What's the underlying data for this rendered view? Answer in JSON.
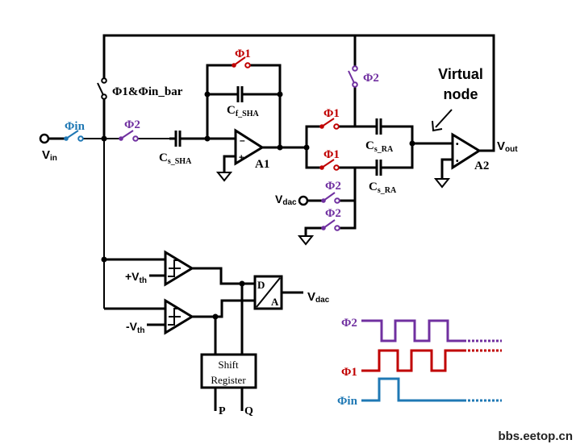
{
  "colors": {
    "phi1": "#c00000",
    "phi2": "#7030a0",
    "phi_in": "#1f78b4",
    "wire": "#000000"
  },
  "labels": {
    "vin": {
      "main": "V",
      "sub": "in"
    },
    "phi_in": "Φin",
    "phi2_sha": "Φ2",
    "phi1_phiin_bar": "Φ1&Φin_bar",
    "phi1_fb": "Φ1",
    "cf_sha": {
      "main": "C",
      "sub": "f_SHA"
    },
    "cs_sha": {
      "main": "C",
      "sub": "s_SHA"
    },
    "a1": "A1",
    "phi2_top": "Φ2",
    "phi1_top": "Φ1",
    "phi1_bottom": "Φ1",
    "cs_ra_top": {
      "main": "C",
      "sub": "s_RA"
    },
    "cs_ra_bottom": {
      "main": "C",
      "sub": "s_RA"
    },
    "vdac_in": {
      "main": "V",
      "sub": "dac"
    },
    "phi2_vdac": "Φ2",
    "phi2_gnd": "Φ2",
    "virtual_node_line1": "Virtual",
    "virtual_node_line2": "node",
    "a2": "A2",
    "vout": {
      "main": "V",
      "sub": "out"
    },
    "plus_vth": {
      "main": "+V",
      "sub": "th"
    },
    "minus_vth": {
      "main": "-V",
      "sub": "th"
    },
    "dac_d": "D",
    "dac_a": "A",
    "vdac_out": {
      "main": "V",
      "sub": "dac"
    },
    "shift_register_line1": "Shift",
    "shift_register_line2": "Register",
    "p": "P",
    "q": "Q"
  },
  "timing": {
    "phi2_label": "Φ2",
    "phi1_label": "Φ1",
    "phi_in_label": "Φin"
  },
  "watermark": "bbs.eetop.cn"
}
